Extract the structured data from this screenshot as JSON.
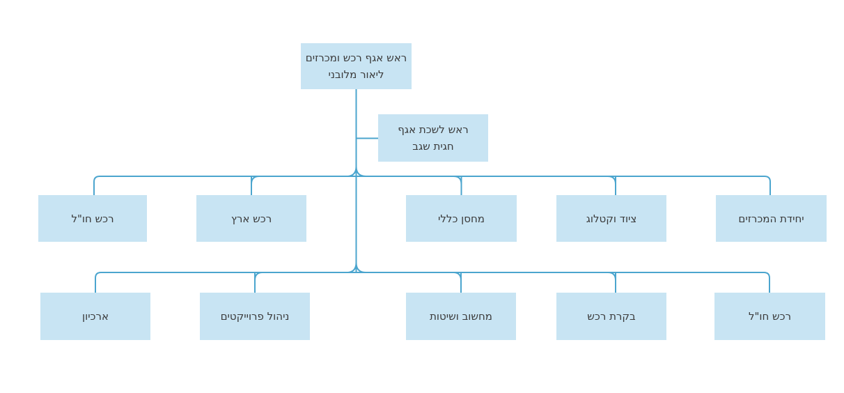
{
  "org": {
    "root": {
      "title": "ראש אגף רכש ומכרזים",
      "name": "ליאור מלובני"
    },
    "chief_of_staff": {
      "title": "ראש לשכת אגף",
      "name": "חגית שגב"
    },
    "level2": [
      {
        "label": "רכש חו\"ל"
      },
      {
        "label": "רכש ארץ"
      },
      {
        "label": "מחסן כללי"
      },
      {
        "label": "ציוד וקטלוג"
      },
      {
        "label": "יחידת המכרזים"
      }
    ],
    "level3": [
      {
        "label": "ארכיון"
      },
      {
        "label": "ניהול פרוייקטים"
      },
      {
        "label": "מחשוב ושיטות"
      },
      {
        "label": "בקרת רכש"
      },
      {
        "label": "רכש חו\"ל"
      }
    ]
  },
  "colors": {
    "node_fill": "#C8E4F3",
    "connector": "#4BA5CE",
    "text": "#3A3A3A",
    "background": "#FFFFFF"
  }
}
